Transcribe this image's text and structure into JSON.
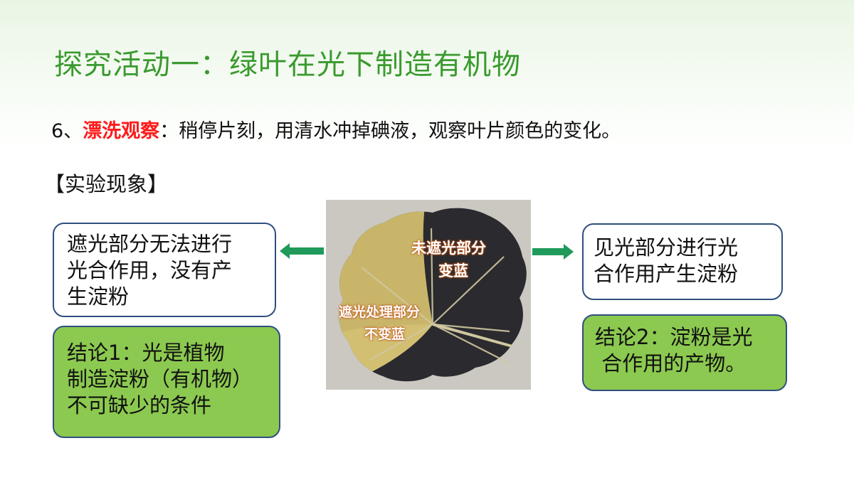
{
  "title": "探究活动一：绿叶在光下制造有机物",
  "step": {
    "number": "6、",
    "keyword": "漂洗观察",
    "text": "：稍停片刻，用清水冲掉碘液，观察叶片颜色的变化。"
  },
  "phenomenon_heading": "【实验现象】",
  "left": {
    "observation_lines": [
      "遮光部分无法进行",
      "光合作用，没有产",
      "生淀粉"
    ],
    "conclusion_lines": [
      "结论1：光是植物",
      "制造淀粉（有机物）",
      "不可缺少的条件"
    ]
  },
  "right": {
    "observation_lines": [
      "见光部分进行光",
      "合作用产生淀粉"
    ],
    "conclusion_lines": [
      "结论2：淀粉是光",
      " 合作用的产物。"
    ]
  },
  "photo_labels": {
    "unshaded": "未遮光部分",
    "unshaded_result": "变蓝",
    "shaded": "遮光处理部分",
    "shaded_result": "不变蓝"
  },
  "colors": {
    "title": "#3a9a2e",
    "keyword": "#ff1a1a",
    "conclusion_fill": "#8cc950",
    "box_border": "#2f4e7f",
    "arrow": "#1f9a5a"
  }
}
